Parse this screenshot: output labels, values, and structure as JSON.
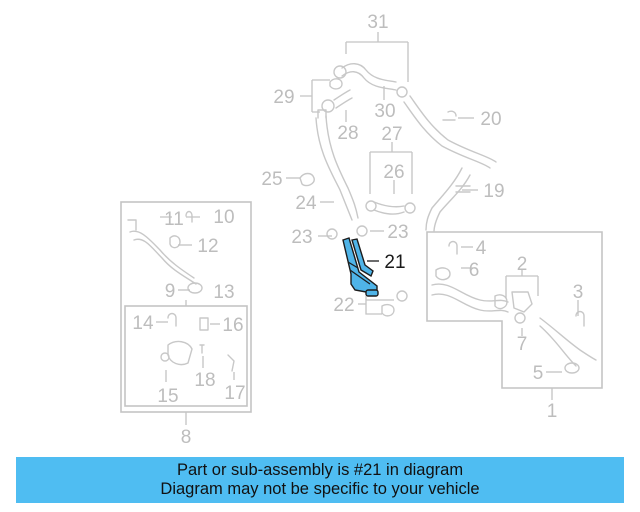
{
  "callouts": {
    "c1": "1",
    "c2": "2",
    "c3": "3",
    "c4": "4",
    "c5": "5",
    "c6": "6",
    "c7": "7",
    "c8": "8",
    "c9": "9",
    "c10": "10",
    "c11": "11",
    "c12": "12",
    "c13": "13",
    "c14": "14",
    "c15": "15",
    "c16": "16",
    "c17": "17",
    "c18": "18",
    "c19": "19",
    "c20": "20",
    "c21": "21",
    "c22": "22",
    "c23a": "23",
    "c23b": "23",
    "c24": "24",
    "c25": "25",
    "c26": "26",
    "c27": "27",
    "c28": "28",
    "c29": "29",
    "c30": "30",
    "c31": "31"
  },
  "highlighted_part": "21",
  "colors": {
    "highlight": "#4fb4e8",
    "banner": "#4fbdf2",
    "linework": "#c4c4c4"
  },
  "banner": {
    "line1": "Part or sub-assembly is #21 in diagram",
    "line2": "Diagram may not be specific to your vehicle"
  }
}
